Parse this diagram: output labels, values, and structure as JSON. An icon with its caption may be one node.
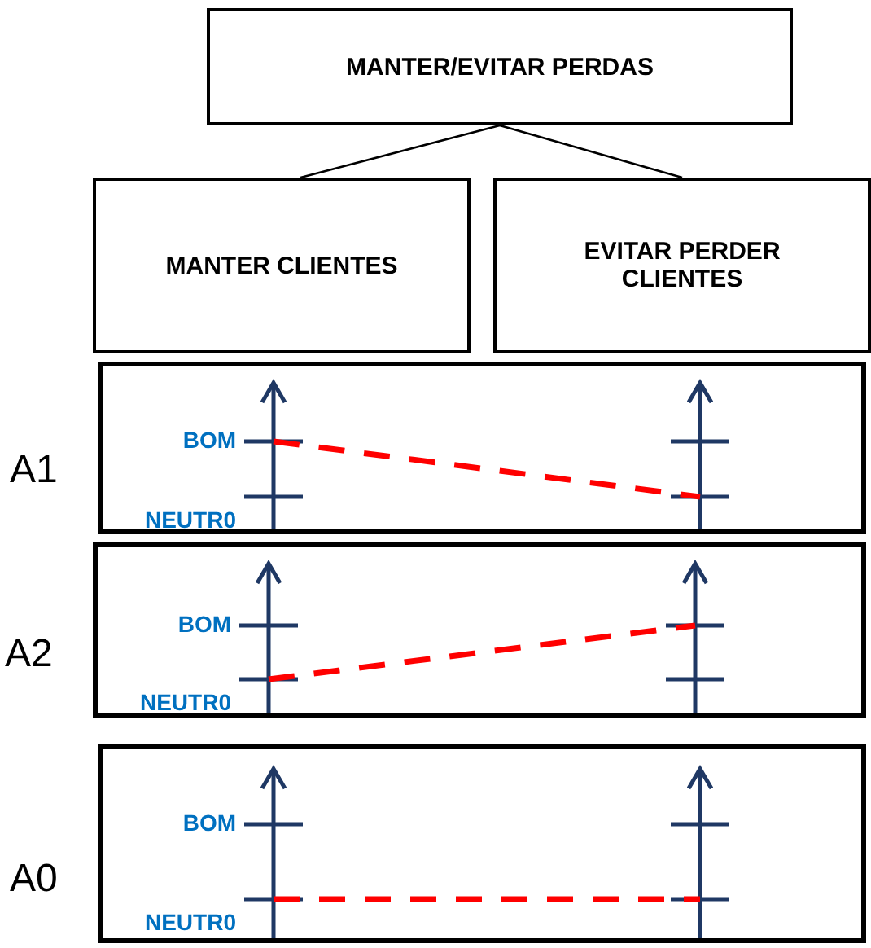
{
  "diagram": {
    "nodes": [
      {
        "text": [
          "MANTER/EVITAR PERDAS"
        ]
      },
      {
        "text": [
          "MANTER CLIENTES"
        ]
      },
      {
        "text": [
          "EVITAR PERDER CLIENTES"
        ]
      },
      {
        "text": [
          "A1",
          "BOM",
          "NEUTR0"
        ]
      },
      {
        "text": [
          "A2",
          "BOM",
          "NEUTR0"
        ]
      },
      {
        "text": [
          "A0",
          "BOM",
          "NEUTR0"
        ]
      }
    ],
    "edges": [
      {
        "from": 0,
        "to": 1,
        "arrow": "none"
      },
      {
        "from": 0,
        "to": 2,
        "arrow": "none"
      }
    ]
  }
}
